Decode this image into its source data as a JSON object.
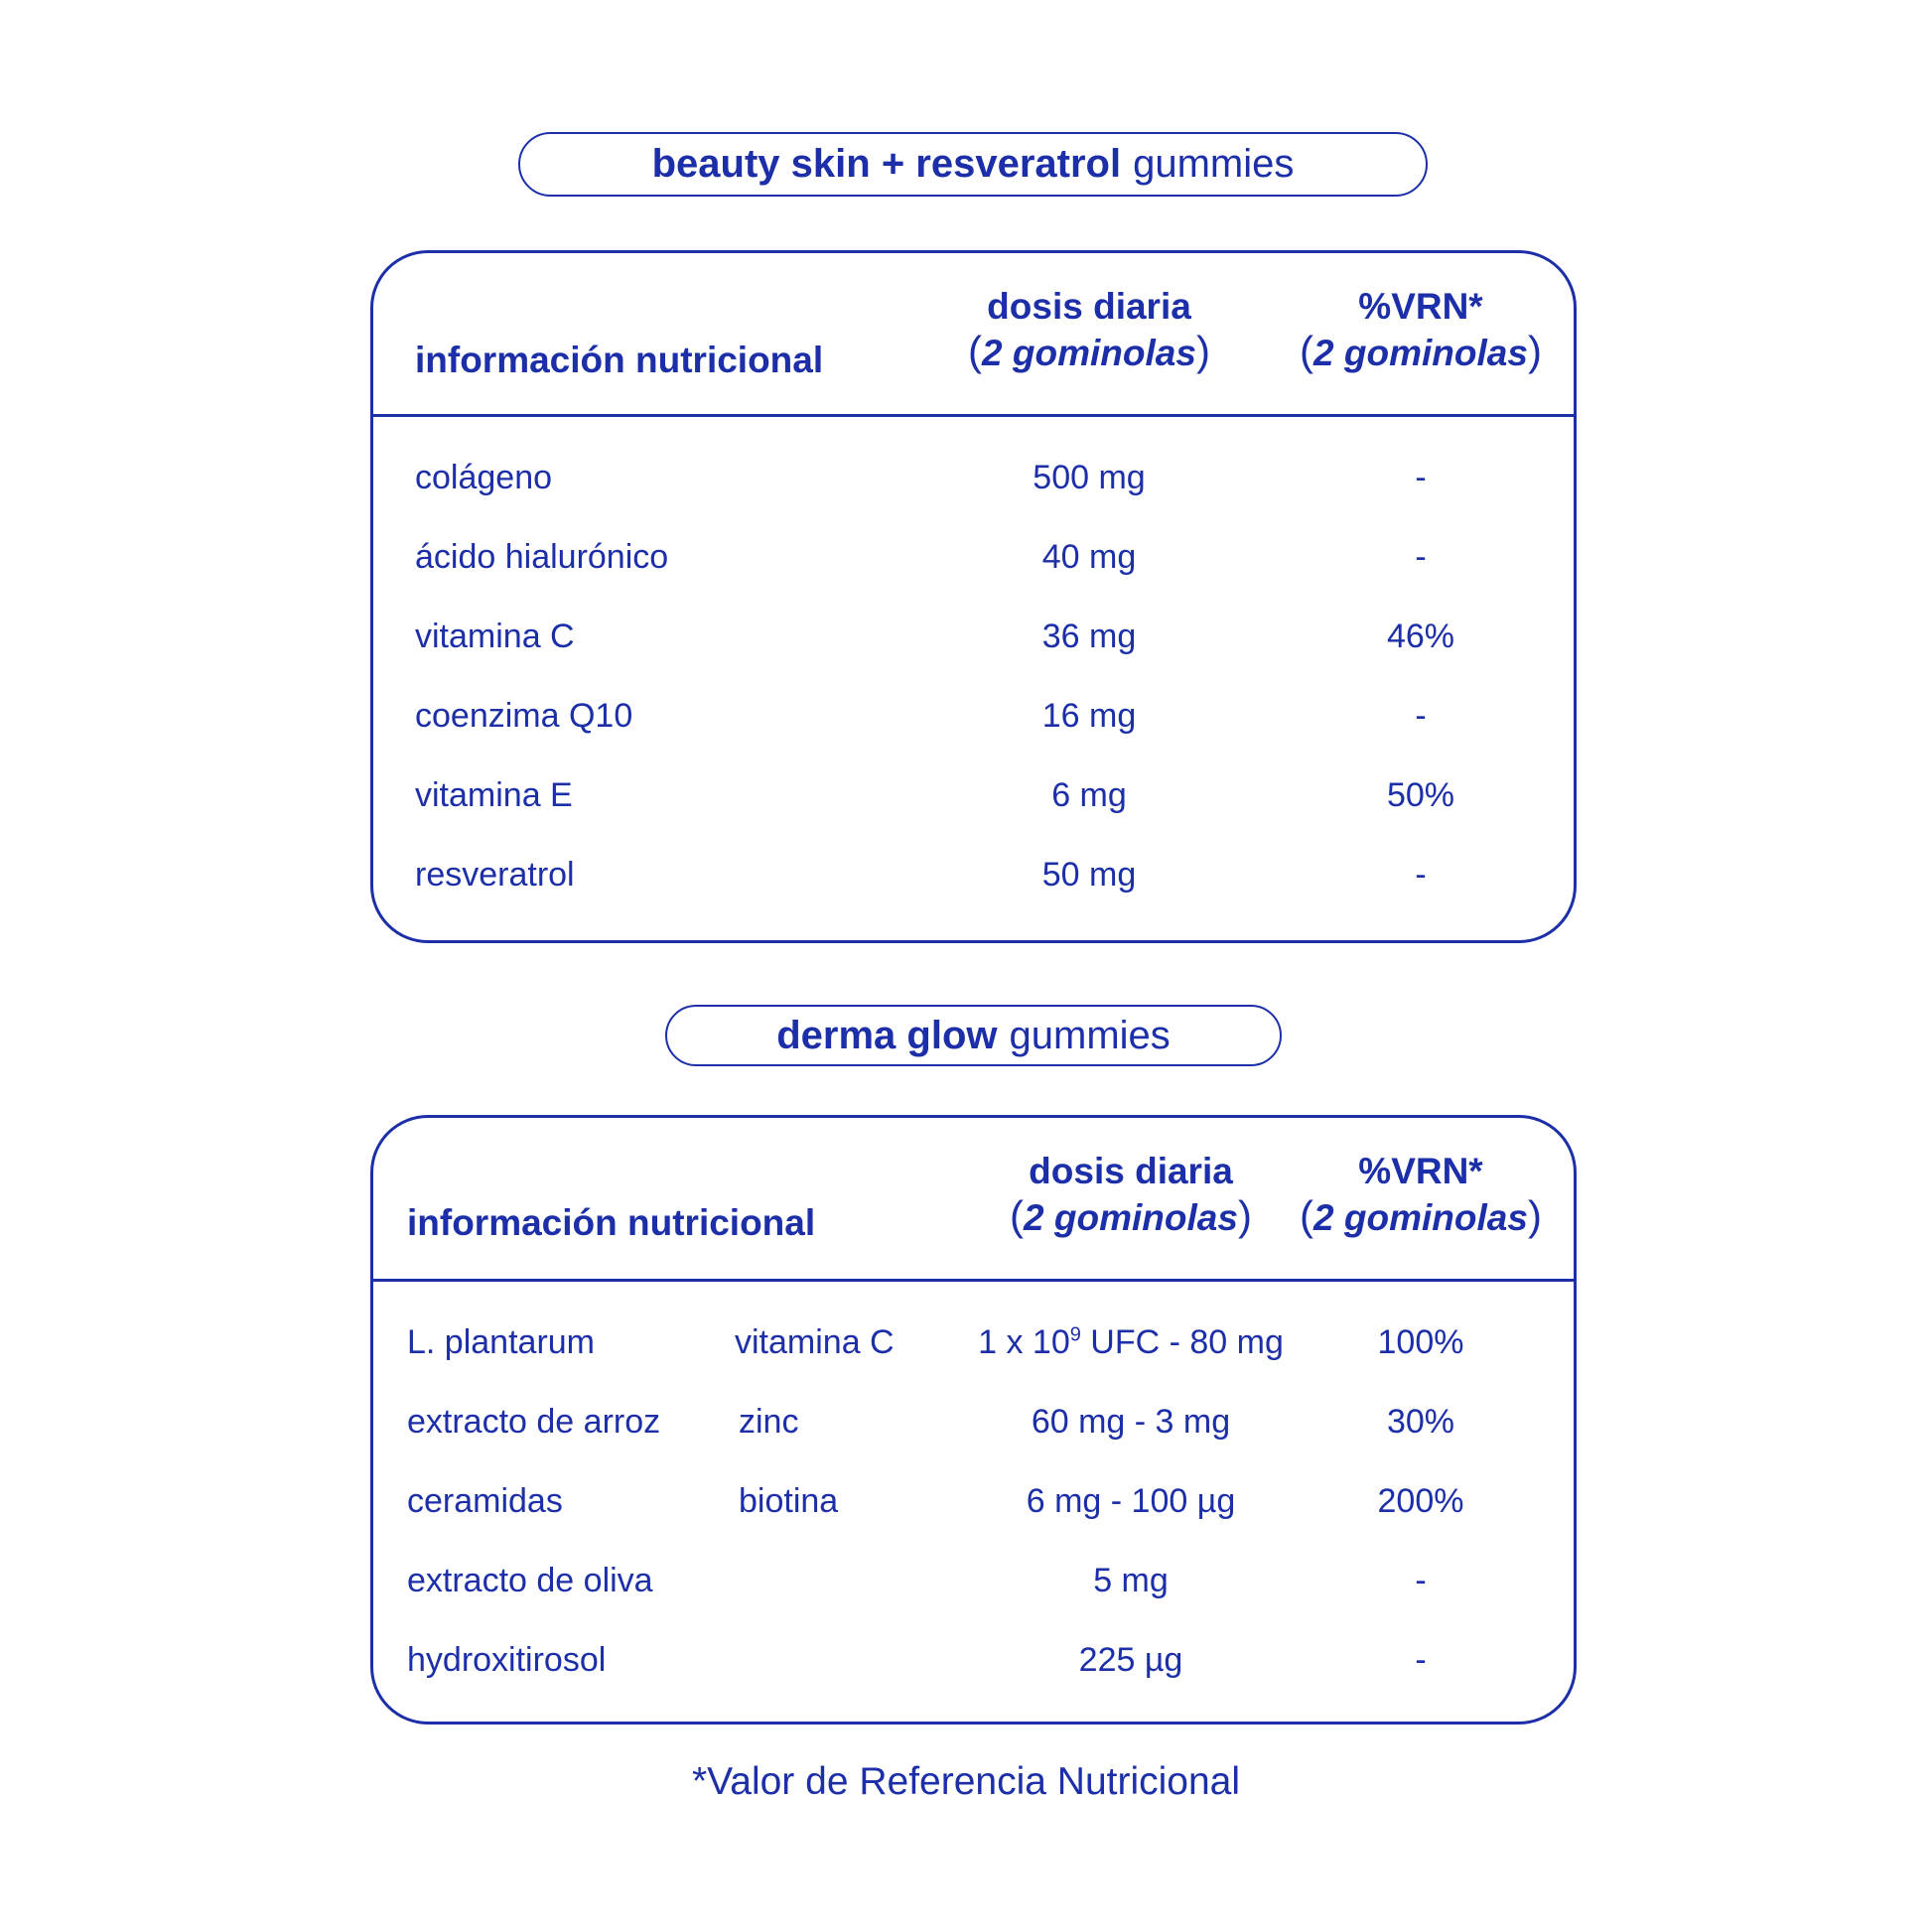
{
  "product1": {
    "title_bold": "beauty skin + resveratrol",
    "title_light": "gummies",
    "header": {
      "info": "información nutricional",
      "dose_line1": "dosis diaria",
      "dose_line2": "2 gominolas",
      "vrn_line1": "%VRN*",
      "vrn_line2": "2 gominolas"
    },
    "rows": [
      {
        "name": "colágeno",
        "dose": "500 mg",
        "vrn": "-"
      },
      {
        "name": "ácido hialurónico",
        "dose": "40 mg",
        "vrn": "-"
      },
      {
        "name": "vitamina C",
        "dose": "36 mg",
        "vrn": "46%"
      },
      {
        "name": "coenzima Q10",
        "dose": "16 mg",
        "vrn": "-"
      },
      {
        "name": "vitamina E",
        "dose": "6 mg",
        "vrn": "50%"
      },
      {
        "name": "resveratrol",
        "dose": "50 mg",
        "vrn": "-"
      }
    ]
  },
  "product2": {
    "title_bold": "derma glow",
    "title_light": "gummies",
    "header": {
      "info": "información nutricional",
      "dose_line1": "dosis diaria",
      "dose_line2": "2 gominolas",
      "vrn_line1": "%VRN*",
      "vrn_line2": "2 gominolas"
    },
    "rows": [
      {
        "name": "L. plantarum",
        "name2": "vitamina C",
        "dose_pre": "1 x 10",
        "dose_sup": "9",
        "dose_post": " UFC - 80 mg",
        "vrn": "100%"
      },
      {
        "name": "extracto de arroz",
        "name2": "zinc",
        "dose": "60 mg - 3 mg",
        "vrn": "30%"
      },
      {
        "name": "ceramidas",
        "name2": "biotina",
        "dose": "6 mg - 100 µg",
        "vrn": "200%"
      },
      {
        "name": "extracto de oliva",
        "name2": "",
        "dose": "5 mg",
        "vrn": "-"
      },
      {
        "name": "hydroxitirosol",
        "name2": "",
        "dose": "225 µg",
        "vrn": "-"
      }
    ]
  },
  "footnote": "*Valor de Referencia Nutricional",
  "colors": {
    "brand_blue": "#1c2fa8",
    "background": "#ffffff"
  }
}
